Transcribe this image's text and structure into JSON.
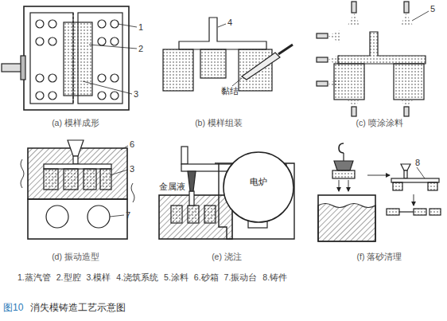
{
  "diagram": {
    "caption": "消失模铸造工艺示意图",
    "nodes": [
      {
        "text": [
          "电炉"
        ]
      }
    ],
    "labels": [
      "1",
      "2",
      "3",
      "4",
      "黏结",
      "5",
      "(a) 模样成形",
      "(b) 模样组装",
      "(c) 喷涂涂料",
      "6",
      "3",
      "金属液",
      "8",
      "7",
      "(d) 振动造型",
      "(e) 浇注",
      "(f) 落砂清理",
      "1.蒸汽管",
      "2.型腔",
      "3.模样",
      "4.浇筑系统",
      "5.涂料",
      "6.砂箱",
      "7.振动台",
      "8.铸件",
      "图10"
    ]
  }
}
